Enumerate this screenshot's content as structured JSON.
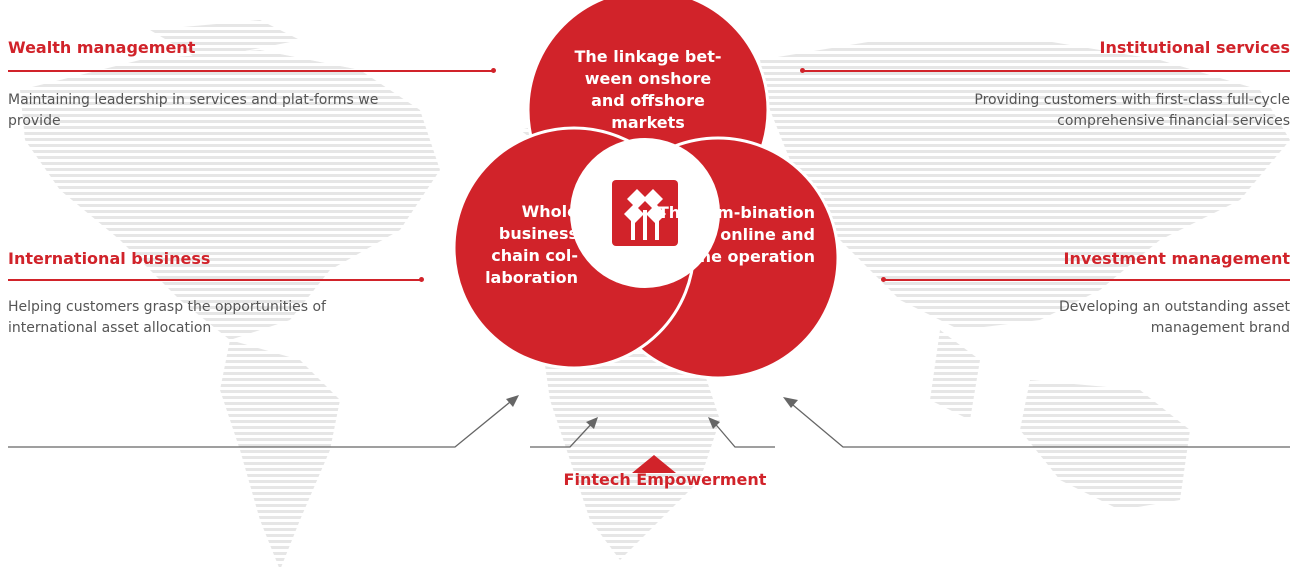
{
  "colors": {
    "accent": "#d1232a",
    "text": "#555555",
    "map": "#e6e6e6",
    "line": "#666666"
  },
  "left_items": [
    {
      "title": "Wealth management",
      "description": "Maintaining leadership in services and plat-forms we provide"
    },
    {
      "title": "International business",
      "description": "Helping customers grasp the opportunities of international asset allocation"
    }
  ],
  "right_items": [
    {
      "title": "Institutional services",
      "description": "Providing customers with first-class full-cycle comprehensive financial services"
    },
    {
      "title": "Investment management",
      "description": "Developing an outstanding asset management brand"
    }
  ],
  "circles": {
    "top": "The linkage bet-ween onshore and offshore markets",
    "left": "Whole business chain col-laboration",
    "right": "The com-bination of online and offline operation"
  },
  "center_logo": {
    "icon": "bank-logo-icon"
  },
  "footer": {
    "label": "Fintech Empowerment"
  }
}
